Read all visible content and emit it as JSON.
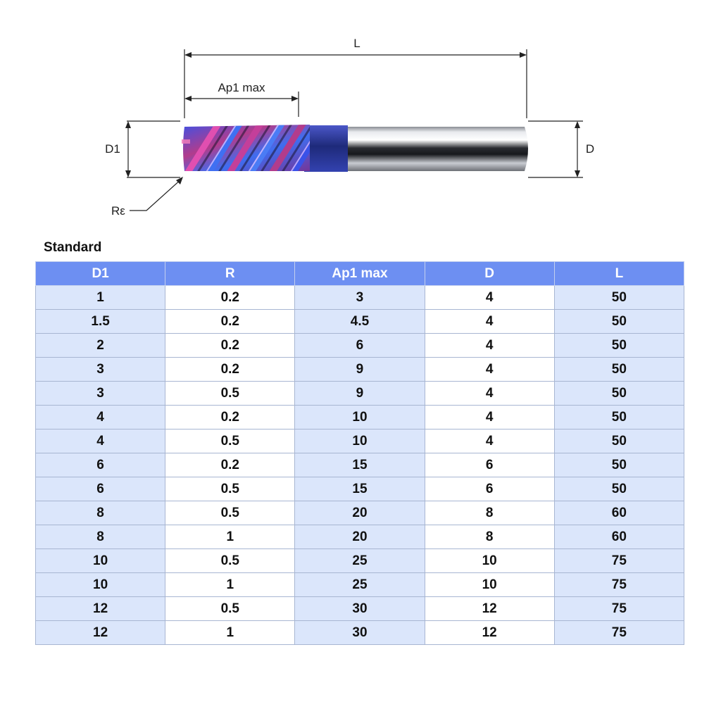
{
  "diagram": {
    "labels": {
      "overall_length": "L",
      "cutting_length": "Ap1 max",
      "cutting_diameter": "D1",
      "shank_diameter": "D",
      "corner_radius": "Rε"
    },
    "colors": {
      "coating_blue": "#3a52e8",
      "coating_magenta": "#b23c8c",
      "shank_steel": "#cfd2d8"
    }
  },
  "table": {
    "title": "Standard",
    "columns": [
      "D1",
      "R",
      "Ap1 max",
      "D",
      "L"
    ],
    "rows": [
      [
        "1",
        "0.2",
        "3",
        "4",
        "50"
      ],
      [
        "1.5",
        "0.2",
        "4.5",
        "4",
        "50"
      ],
      [
        "2",
        "0.2",
        "6",
        "4",
        "50"
      ],
      [
        "3",
        "0.2",
        "9",
        "4",
        "50"
      ],
      [
        "3",
        "0.5",
        "9",
        "4",
        "50"
      ],
      [
        "4",
        "0.2",
        "10",
        "4",
        "50"
      ],
      [
        "4",
        "0.5",
        "10",
        "4",
        "50"
      ],
      [
        "6",
        "0.2",
        "15",
        "6",
        "50"
      ],
      [
        "6",
        "0.5",
        "15",
        "6",
        "50"
      ],
      [
        "8",
        "0.5",
        "20",
        "8",
        "60"
      ],
      [
        "8",
        "1",
        "20",
        "8",
        "60"
      ],
      [
        "10",
        "0.5",
        "25",
        "10",
        "75"
      ],
      [
        "10",
        "1",
        "25",
        "10",
        "75"
      ],
      [
        "12",
        "0.5",
        "30",
        "12",
        "75"
      ],
      [
        "12",
        "1",
        "30",
        "12",
        "75"
      ]
    ],
    "colors": {
      "header_bg": "#6d8ff2",
      "odd_col_bg": "#dbe6fb",
      "border": "#a8b6d2"
    }
  }
}
